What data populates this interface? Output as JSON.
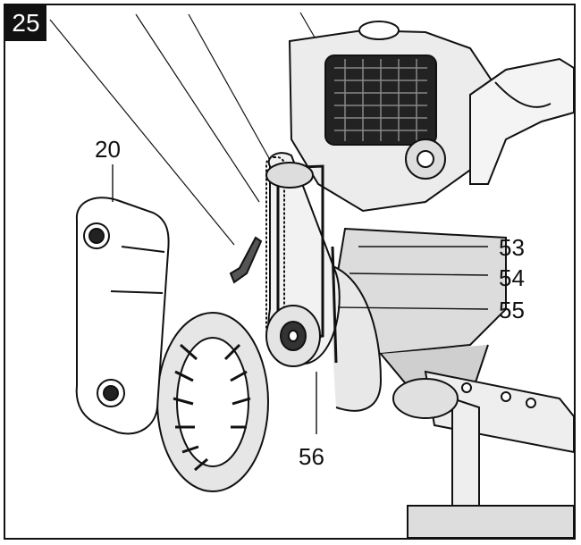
{
  "figure": {
    "number": "25"
  },
  "callouts": {
    "c20": "20",
    "c53": "53",
    "c54": "54",
    "c55": "55",
    "c56": "56"
  },
  "colors": {
    "ink": "#111111",
    "paper": "#ffffff",
    "shade": "#cfcfcf",
    "light": "#ececec"
  }
}
